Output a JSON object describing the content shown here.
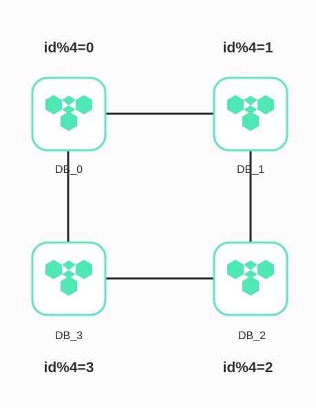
{
  "colors": {
    "accent": "#4ee8b5",
    "frame": "#5fe8bd",
    "line": "#2b2b2b",
    "text": "#333333"
  },
  "nodes": [
    {
      "db_label": "DB_0",
      "shard_label": "id%4=0",
      "icon": "database-hexagon-cluster-icon"
    },
    {
      "db_label": "DB_1",
      "shard_label": "id%4=1",
      "icon": "database-hexagon-cluster-icon"
    },
    {
      "db_label": "DB_2",
      "shard_label": "id%4=2",
      "icon": "database-hexagon-cluster-icon"
    },
    {
      "db_label": "DB_3",
      "shard_label": "id%4=3",
      "icon": "database-hexagon-cluster-icon"
    }
  ],
  "connections": [
    {
      "from": "DB_0",
      "to": "DB_1"
    },
    {
      "from": "DB_1",
      "to": "DB_2"
    },
    {
      "from": "DB_2",
      "to": "DB_3"
    },
    {
      "from": "DB_3",
      "to": "DB_0"
    }
  ]
}
